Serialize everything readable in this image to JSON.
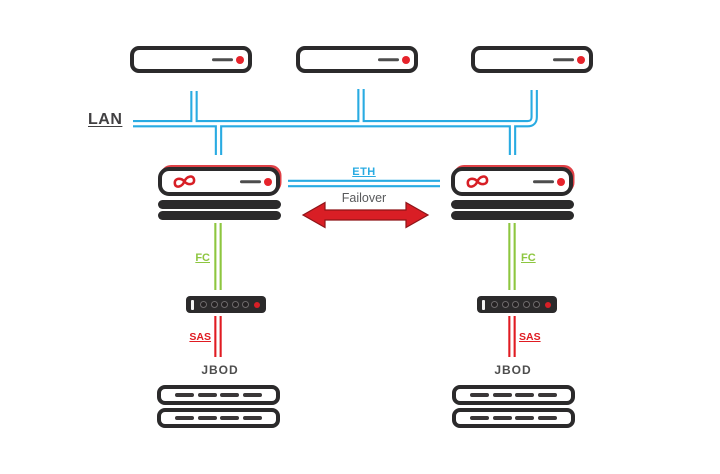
{
  "diagram": {
    "type": "ha-storage-cluster-topology",
    "lan": {
      "label": "LAN"
    },
    "interlink": {
      "eth_label": "ETH",
      "failover_label": "Failover"
    },
    "servers": [
      {
        "name": "server-1"
      },
      {
        "name": "server-2"
      },
      {
        "name": "server-3"
      }
    ],
    "storage_nodes": [
      {
        "name": "storage-node-left",
        "logo": "infinity-logo",
        "shelf_units": 2
      },
      {
        "name": "storage-node-right",
        "logo": "infinity-logo",
        "shelf_units": 2
      }
    ],
    "columns": [
      {
        "side": "left",
        "fc_label": "FC",
        "sas_label": "SAS",
        "jbod_label": "JBOD",
        "jbod_shelves": 2,
        "switch_ports": 5
      },
      {
        "side": "right",
        "fc_label": "FC",
        "sas_label": "SAS",
        "jbod_label": "JBOD",
        "jbod_shelves": 2,
        "switch_ports": 5
      }
    ],
    "colors": {
      "lan_line": "#29abe2",
      "fc_line": "#8dc63f",
      "sas_line": "#e01b22",
      "arrow_fill": "#d91e25",
      "arrow_outline": "#8e1418",
      "chassis_dark": "#2b2a2b",
      "text_dark": "#414042",
      "text_gray": "#58595b",
      "logo_red": "#d71f26"
    },
    "icons": {
      "node_logo": "infinity-logo-icon",
      "server_led": "red-led-icon",
      "failover_arrow": "double-headed-arrow-icon"
    }
  }
}
